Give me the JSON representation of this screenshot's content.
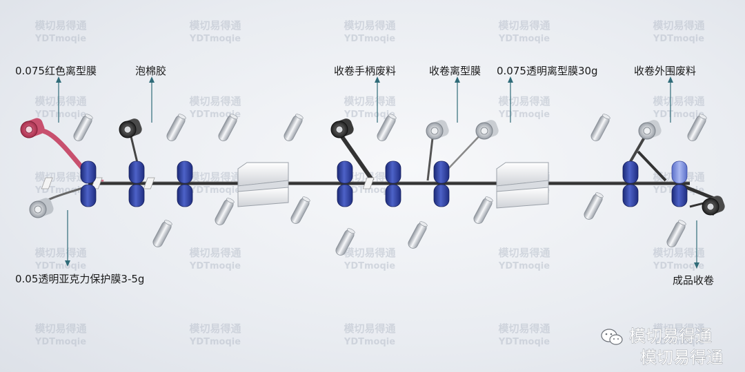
{
  "labels": {
    "red_release": "0.075红色离型膜",
    "foam_tape": "泡棉胶",
    "handle_waste": "收卷手柄废料",
    "release_rewind": "收卷离型膜",
    "clear_release": "0.075透明离型膜30g",
    "outer_waste": "收卷外围废料",
    "acrylic_protect": "0.05透明亚克力保护膜3-5g",
    "finished_rewind": "成品收卷"
  },
  "watermark": {
    "cn": "模切易得通",
    "en": "YDTmoqie"
  },
  "brand": {
    "text": "模切易得通"
  },
  "colors": {
    "callout": "#2f6b78",
    "roller_blue": "#2f3f9a",
    "red_film": "#c8506e",
    "die_plate": "#eeeeee",
    "web": "#333333"
  },
  "icons": [
    "wechat-icon"
  ]
}
